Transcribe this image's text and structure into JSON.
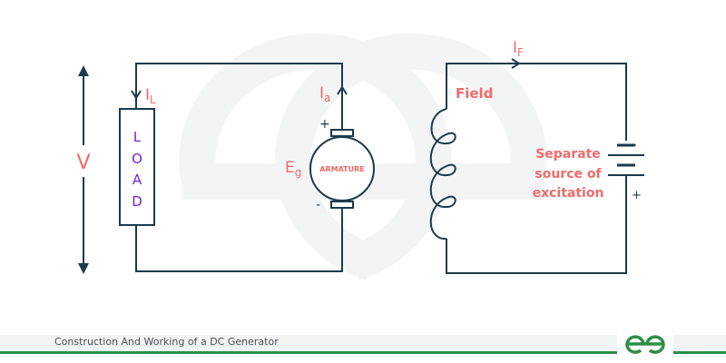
{
  "diagram": {
    "title": "Construction And Working of a DC Generator",
    "left_circuit": {
      "voltage_label": "V",
      "load_current_label": {
        "main": "I",
        "sub": "L"
      },
      "load_letters": [
        "L",
        "O",
        "A",
        "D"
      ],
      "armature_current_label": {
        "main": "I",
        "sub": "a"
      },
      "emf_label": {
        "main": "E",
        "sub": "g"
      },
      "armature_label": "ARMATURE",
      "plus_sign": "+",
      "minus_sign": "-"
    },
    "right_circuit": {
      "field_current_label": {
        "main": "I",
        "sub": "F"
      },
      "field_label": "Field",
      "source_label_lines": [
        "Separate",
        "source of",
        "excitation"
      ],
      "battery_minus": "-",
      "battery_plus": "+"
    },
    "colors": {
      "wire": "#1b3a4b",
      "label_red": "#f06a6a",
      "load_purple": "#7a1fd6",
      "brand_green": "#2f8d46",
      "watermark": "#f3f4f4"
    }
  },
  "footer": {
    "caption": "Construction And Working of a DC Generator",
    "logo": "gfg-logo"
  }
}
